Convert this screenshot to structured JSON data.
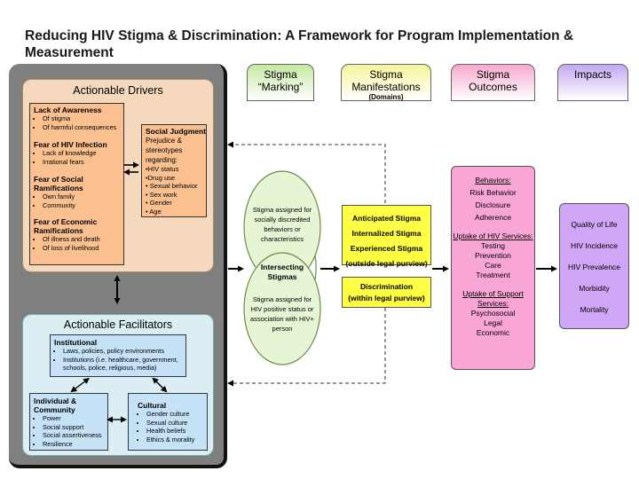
{
  "title": "Reducing HIV Stigma & Discrimination: A Framework for Program Implementation & Measurement",
  "drivers": {
    "heading": "Actionable Drivers",
    "groups": [
      {
        "title": "Lack of Awareness",
        "items": [
          "Of stigma",
          "Of harmful consequences"
        ]
      },
      {
        "title": "Fear of HIV Infection",
        "items": [
          "Lack of knowledge",
          "Irrational fears"
        ]
      },
      {
        "title": "Fear of Social Ramifications",
        "items": [
          "Own family",
          "Community"
        ]
      },
      {
        "title": "Fear of Economic Ramifications",
        "items": [
          "Of illness and death",
          "Of loss of livelihood"
        ]
      }
    ],
    "social": {
      "title": "Social Judgment",
      "subtitle": "Prejudice & stereotypes regarding:",
      "items": [
        "•HIV status",
        "•Drug use",
        "• Sexual behavior",
        "• Sex work",
        "• Gender",
        "• Age"
      ]
    }
  },
  "facilitators": {
    "heading": "Actionable Facilitators",
    "institutional": {
      "title": "Institutional",
      "items": [
        "Laws, policies, policy environments",
        "Institutions (i.e. healthcare, government, schools, police, religious, media)"
      ]
    },
    "individual": {
      "title": "Individual & Community",
      "items": [
        "Power",
        "Social support",
        "Social assertiveness",
        "Resilience"
      ]
    },
    "cultural": {
      "title": "Cultural",
      "items": [
        "Gender culture",
        "Sexual culture",
        "Health beliefs",
        "Ethics & morality"
      ]
    }
  },
  "tabs": [
    {
      "label1": "Stigma",
      "label2": "“Marking”",
      "sub": ""
    },
    {
      "label1": "Stigma",
      "label2": "Manifestations",
      "sub": "(Domains)"
    },
    {
      "label1": "Stigma",
      "label2": "Outcomes",
      "sub": ""
    },
    {
      "label1": "Impacts",
      "label2": "",
      "sub": ""
    }
  ],
  "marking": {
    "top": "Stigma assigned for socially discredited behaviors or characteristics",
    "overlap": "Intersecting Stigmas",
    "bottom": "Stigma assigned for HIV positive status or association with HIV+ person"
  },
  "manifestations": [
    "Anticipated Stigma",
    "Internalized Stigma",
    "Experienced Stigma",
    "(outside legal purview)"
  ],
  "discrimination": [
    "Discrimination",
    "(within legal purview)"
  ],
  "outcomes": {
    "behaviors_head": "Behaviors:",
    "behaviors": [
      "Risk Behavior",
      "Disclosure",
      "Adherence"
    ],
    "hiv_head": "Uptake of HIV Services:",
    "hiv": [
      "Testing",
      "Prevention",
      "Care",
      "Treatment"
    ],
    "support_head": "Uptake of Support Services:",
    "support": [
      "Psychosocial",
      "Legal",
      "Economic"
    ]
  },
  "impacts": [
    "Quality of Life",
    "HIV Incidence",
    "HIV Prevalence",
    "Morbidity",
    "Mortality"
  ]
}
